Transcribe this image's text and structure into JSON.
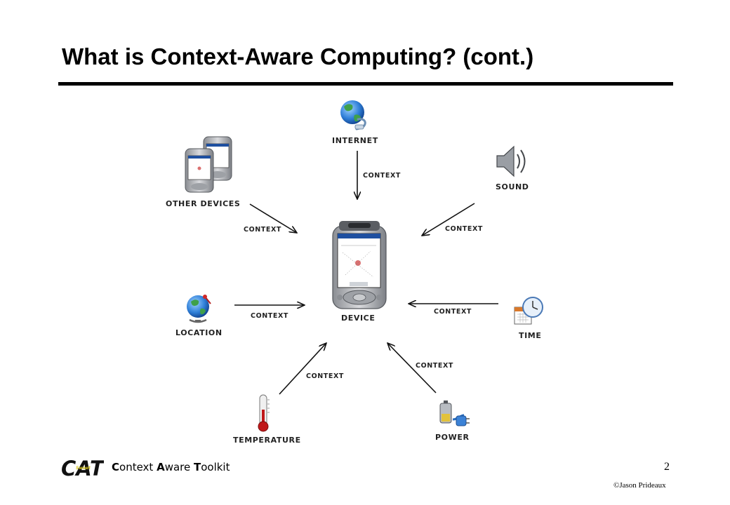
{
  "slide": {
    "title": "What is Context-Aware Computing? (cont.)",
    "page_number": "2",
    "copyright": "©Jason Prideaux"
  },
  "footer": {
    "logo_text": "CAT",
    "logo_small_text": "Sweet",
    "toolkit_name": "Context Aware Toolkit",
    "toolkit_parts": [
      {
        "cap": "C",
        "rest": "ontext "
      },
      {
        "cap": "A",
        "rest": "ware "
      },
      {
        "cap": "T",
        "rest": "oolkit"
      }
    ]
  },
  "diagram": {
    "center": {
      "label": "DEVICE",
      "icon": "pda-icon"
    },
    "nodes": [
      {
        "id": "internet",
        "label": "INTERNET",
        "icon": "globe-icon"
      },
      {
        "id": "other-devices",
        "label": "OTHER DEVICES",
        "icon": "pda-pair-icon"
      },
      {
        "id": "sound",
        "label": "SOUND",
        "icon": "speaker-icon"
      },
      {
        "id": "location",
        "label": "LOCATION",
        "icon": "globe-pin-icon"
      },
      {
        "id": "time",
        "label": "TIME",
        "icon": "calendar-clock-icon"
      },
      {
        "id": "temperature",
        "label": "TEMPERATURE",
        "icon": "thermometer-icon"
      },
      {
        "id": "power",
        "label": "POWER",
        "icon": "battery-plug-icon"
      }
    ],
    "edge_label": "CONTEXT"
  },
  "colors": {
    "text": "#000000",
    "globe_blue": "#1f6fc7",
    "thermometer_red": "#c0181a",
    "logo_yellow": "#d8c71b"
  }
}
